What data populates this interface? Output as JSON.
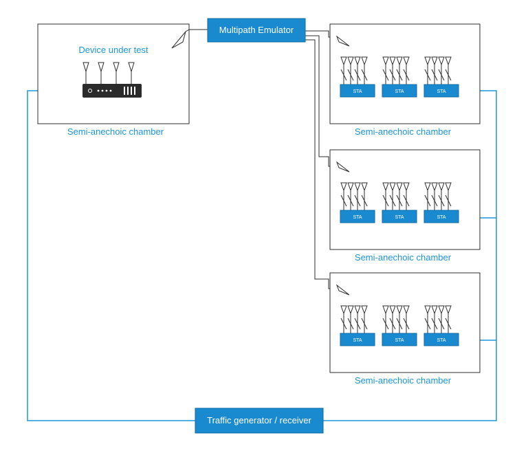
{
  "emulator": {
    "label": "Multipath Emulator"
  },
  "traffic": {
    "label": "Traffic generator / receiver"
  },
  "dut": {
    "label": "Device under test"
  },
  "chamber_label": "Semi-anechoic chamber",
  "sta_label": "STA",
  "colors": {
    "accent": "#1a96dc",
    "box_fill": "#1a8ad0",
    "line": "#2b2b2b"
  }
}
